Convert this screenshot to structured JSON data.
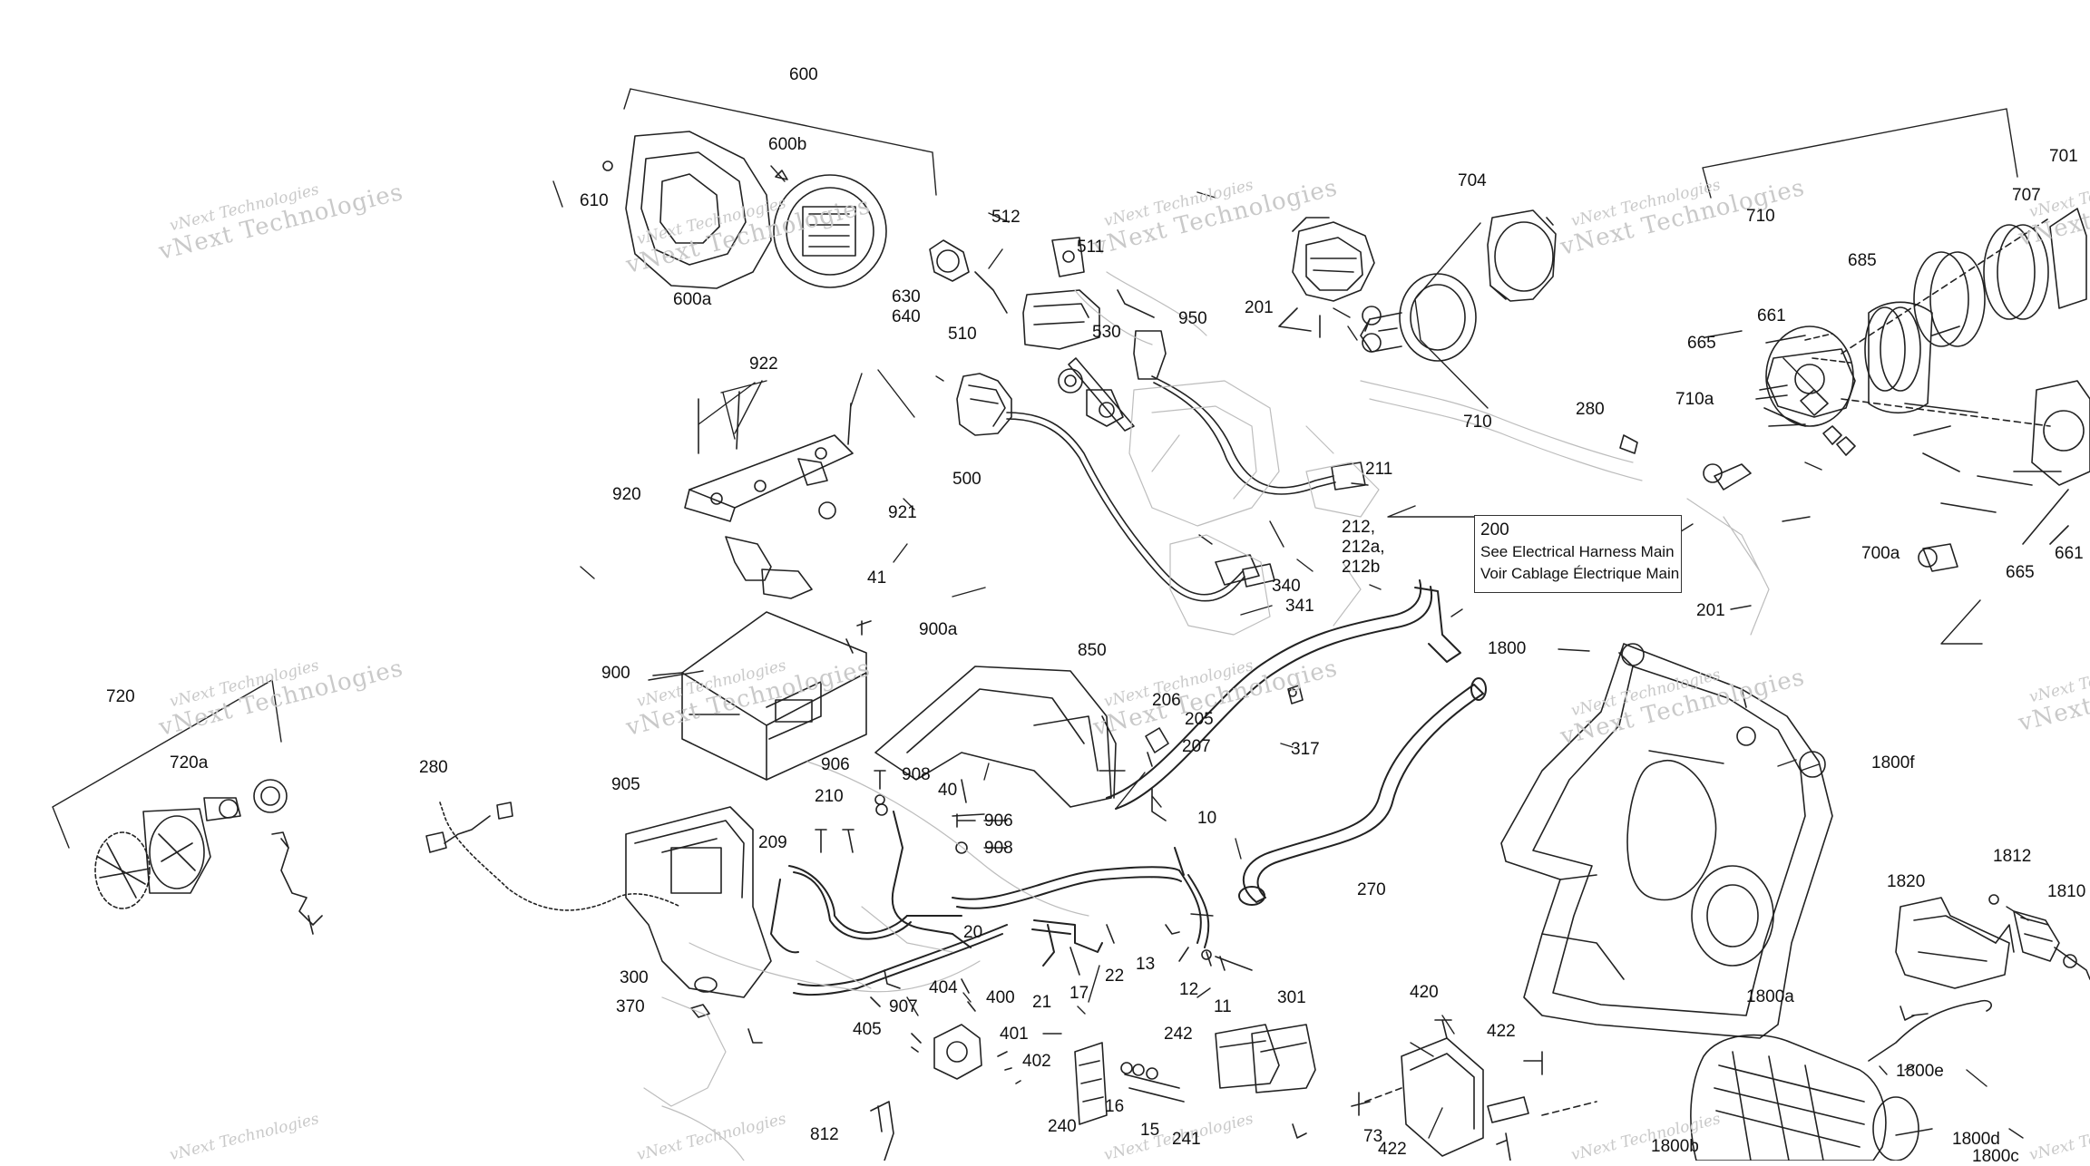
{
  "watermark": {
    "line1": "vNext Technologies",
    "line2": "vNext Technologies"
  },
  "reference_box": {
    "number": "200",
    "line_en": "See Electrical Harness Main",
    "line_fr": "Voir Cablage Électrique Main"
  },
  "callouts": {
    "c600": "600",
    "c600b": "600b",
    "c610": "610",
    "c600a": "600a",
    "c512": "512",
    "c511": "511",
    "c630": "630",
    "c640": "640",
    "c510": "510",
    "c530": "530",
    "c950": "950",
    "c500": "500",
    "c704": "704",
    "c201a": "201",
    "c710a": "710",
    "c710b": "710",
    "c707": "707",
    "c701": "701",
    "c685": "685",
    "c661a": "661",
    "c665a": "665",
    "c710alpha": "710a",
    "c280a": "280",
    "c700a": "700a",
    "c665b": "665",
    "c661b": "661",
    "c201b": "201",
    "c922": "922",
    "c920": "920",
    "c921": "921",
    "c41": "41",
    "c211": "211",
    "c212": "212,",
    "c212a": "212a,",
    "c212b": "212b",
    "c340": "340",
    "c341": "341",
    "c900a": "900a",
    "c900": "900",
    "c850": "850",
    "c206": "206",
    "c205": "205",
    "c207": "207",
    "c317": "317",
    "c1800": "1800",
    "c1800f": "1800f",
    "c720": "720",
    "c720a": "720a",
    "c280b": "280",
    "c905": "905",
    "c906a": "906",
    "c908a": "908",
    "c210": "210",
    "c209": "209",
    "c40": "40",
    "c906b": "906",
    "c908b": "908",
    "c10": "10",
    "c270": "270",
    "c20": "20",
    "c13": "13",
    "c22": "22",
    "c12": "12",
    "c11": "11",
    "c21": "21",
    "c300": "300",
    "c370": "370",
    "c907": "907",
    "c404": "404",
    "c400": "400",
    "c405": "405",
    "c401": "401",
    "c402": "402",
    "c17": "17",
    "c242": "242",
    "c301": "301",
    "c16": "16",
    "c240": "240",
    "c15": "15",
    "c241": "241",
    "c812": "812",
    "c420": "420",
    "c422a": "422",
    "c73": "73",
    "c422b": "422",
    "c1800b": "1800b",
    "c1812": "1812",
    "c1820": "1820",
    "c1810": "1810",
    "c1800a": "1800a",
    "c1800e": "1800e",
    "c1800d": "1800d",
    "c1800c": "1800c"
  }
}
